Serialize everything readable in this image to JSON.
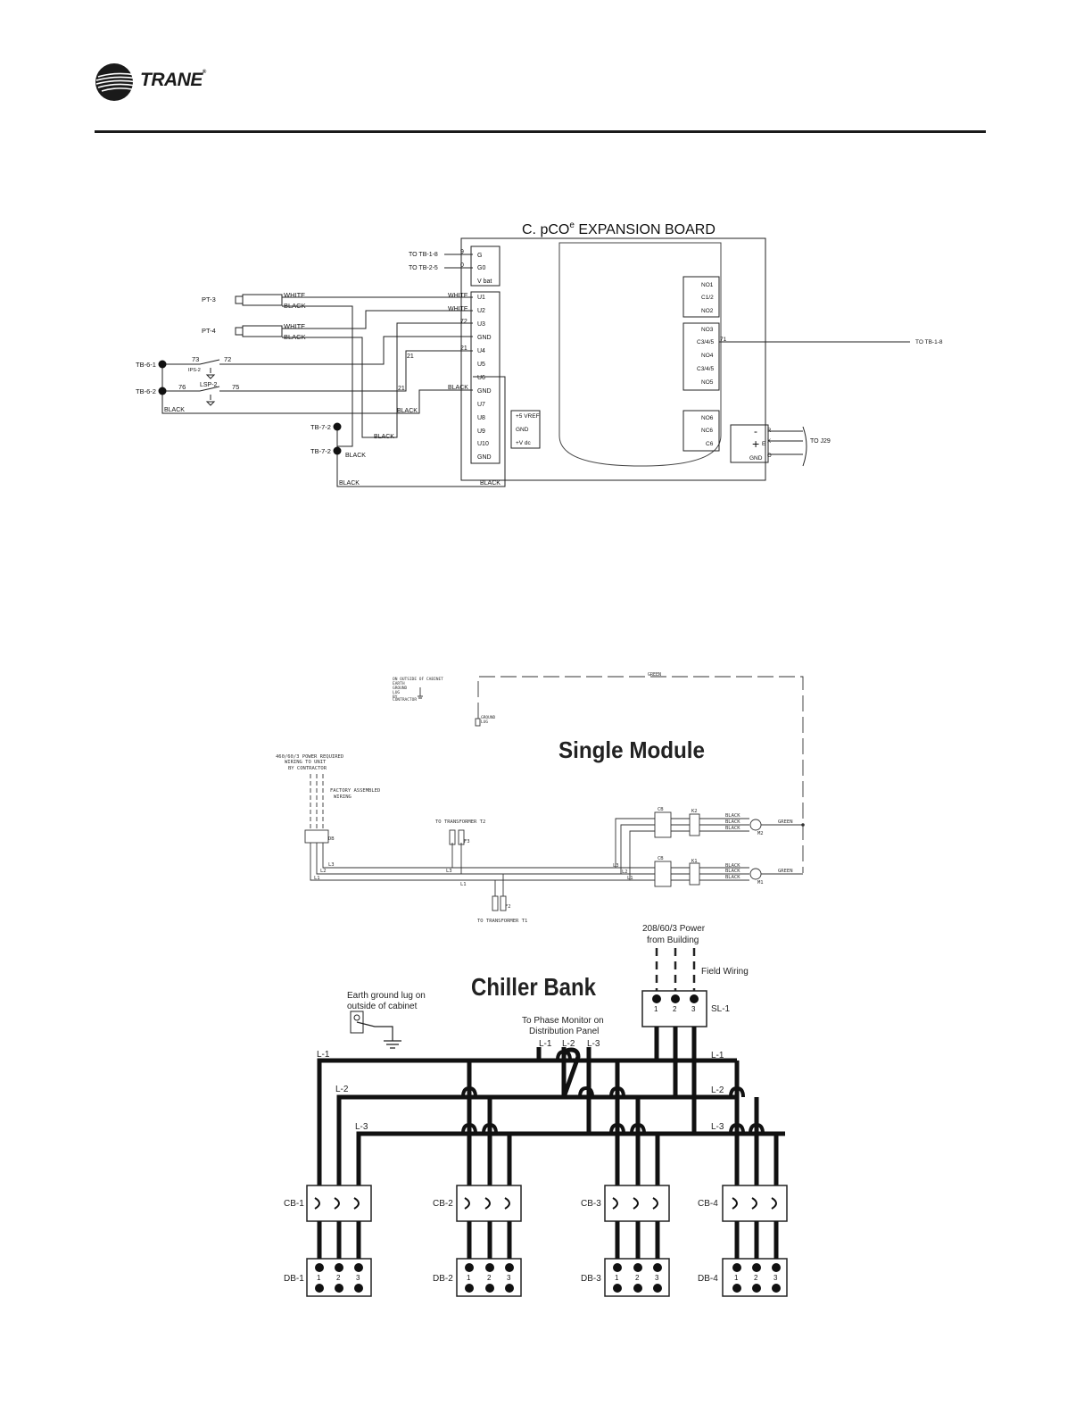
{
  "header": {
    "brand_name": "TRANE",
    "brand_mark": "®"
  },
  "expansion_board": {
    "title": "C. pCO",
    "title_sup": "e",
    "title_rest": " EXPANSION BOARD",
    "top_refs": [
      "TO TB-1-8",
      "TO TB-2-5"
    ],
    "top_wires": [
      "9",
      "0"
    ],
    "top_terminals": [
      "G",
      "G0",
      "V bat"
    ],
    "sensors": [
      "PT-3",
      "PT-4"
    ],
    "sensor_wires": [
      "WHITE",
      "BLACK",
      "WHITE",
      "BLACK"
    ],
    "switches": [
      "IPS-2",
      "LSP-2"
    ],
    "terminal_blocks": [
      "TB-6-1",
      "TB-6-2",
      "TB-7-2",
      "TB-7-2"
    ],
    "wire_numbers": [
      "73",
      "72",
      "76",
      "75",
      "72",
      "21",
      "21",
      "21",
      "71"
    ],
    "wire_colors": [
      "WHITE",
      "WHITE",
      "BLACK",
      "BLACK",
      "BLACK",
      "BLACK",
      "BLACK",
      "BLACK",
      "BLACK"
    ],
    "inputs": [
      "U1",
      "U2",
      "U3",
      "GND",
      "U4",
      "U5",
      "U6",
      "GND",
      "U7",
      "U8",
      "U9",
      "U10",
      "GND"
    ],
    "vref": [
      "+5 VREF",
      "GND",
      "+V dc"
    ],
    "relays": [
      "NO1",
      "C1/2",
      "NO2",
      "NO3",
      "C3/4/5",
      "NO4",
      "C3/4/5",
      "NO5",
      "NO6",
      "NC6",
      "C6"
    ],
    "relay_ref": "TO TB-1-8",
    "comm": [
      "-",
      "+",
      "GND"
    ],
    "comm_pins": [
      "R",
      "X",
      "E",
      "O"
    ],
    "comm_ref": "TO J29"
  },
  "single_module": {
    "title": "Single Module",
    "ground_note": [
      "ON OUTSIDE OF CABINET",
      "EARTH",
      "GROUND",
      "LUG",
      "BY",
      "CONTRACTOR"
    ],
    "ground_lug": [
      "GROUND",
      "LUG"
    ],
    "green": "GREEN",
    "power_note": [
      "460/60/3 POWER REQUIRED",
      "WIRING TO UNIT",
      "BY CONTRACTOR"
    ],
    "factory_note": [
      "FACTORY ASSEMBLED",
      "WIRING"
    ],
    "distribution_block": "DB",
    "transformer_t2": "TO TRANSFORMER T2",
    "transformer_t1": "TO TRANSFORMER T1",
    "fuses": [
      "F3",
      "F2"
    ],
    "lines": [
      "L1",
      "L2",
      "L3"
    ],
    "black": "BLACK",
    "breakers": [
      "CB",
      "CB"
    ],
    "contactors": [
      "K2",
      "K1"
    ],
    "motors": [
      "M2",
      "M1"
    ]
  },
  "chiller_bank": {
    "title": "Chiller Bank",
    "power": [
      "208/60/3 Power",
      "from Building"
    ],
    "field_wiring": "Field Wiring",
    "service": "SL-1",
    "pins": [
      "1",
      "2",
      "3"
    ],
    "earth_note": [
      "Earth ground lug on",
      "outside of cabinet"
    ],
    "phase_monitor": [
      "To Phase Monitor on",
      "Distribution Panel"
    ],
    "phase_labels": [
      "L-1",
      "L-2",
      "L-3"
    ],
    "breakers": [
      "CB-1",
      "CB-2",
      "CB-3",
      "CB-4"
    ],
    "blocks": [
      "DB-1",
      "DB-2",
      "DB-3",
      "DB-4"
    ]
  }
}
